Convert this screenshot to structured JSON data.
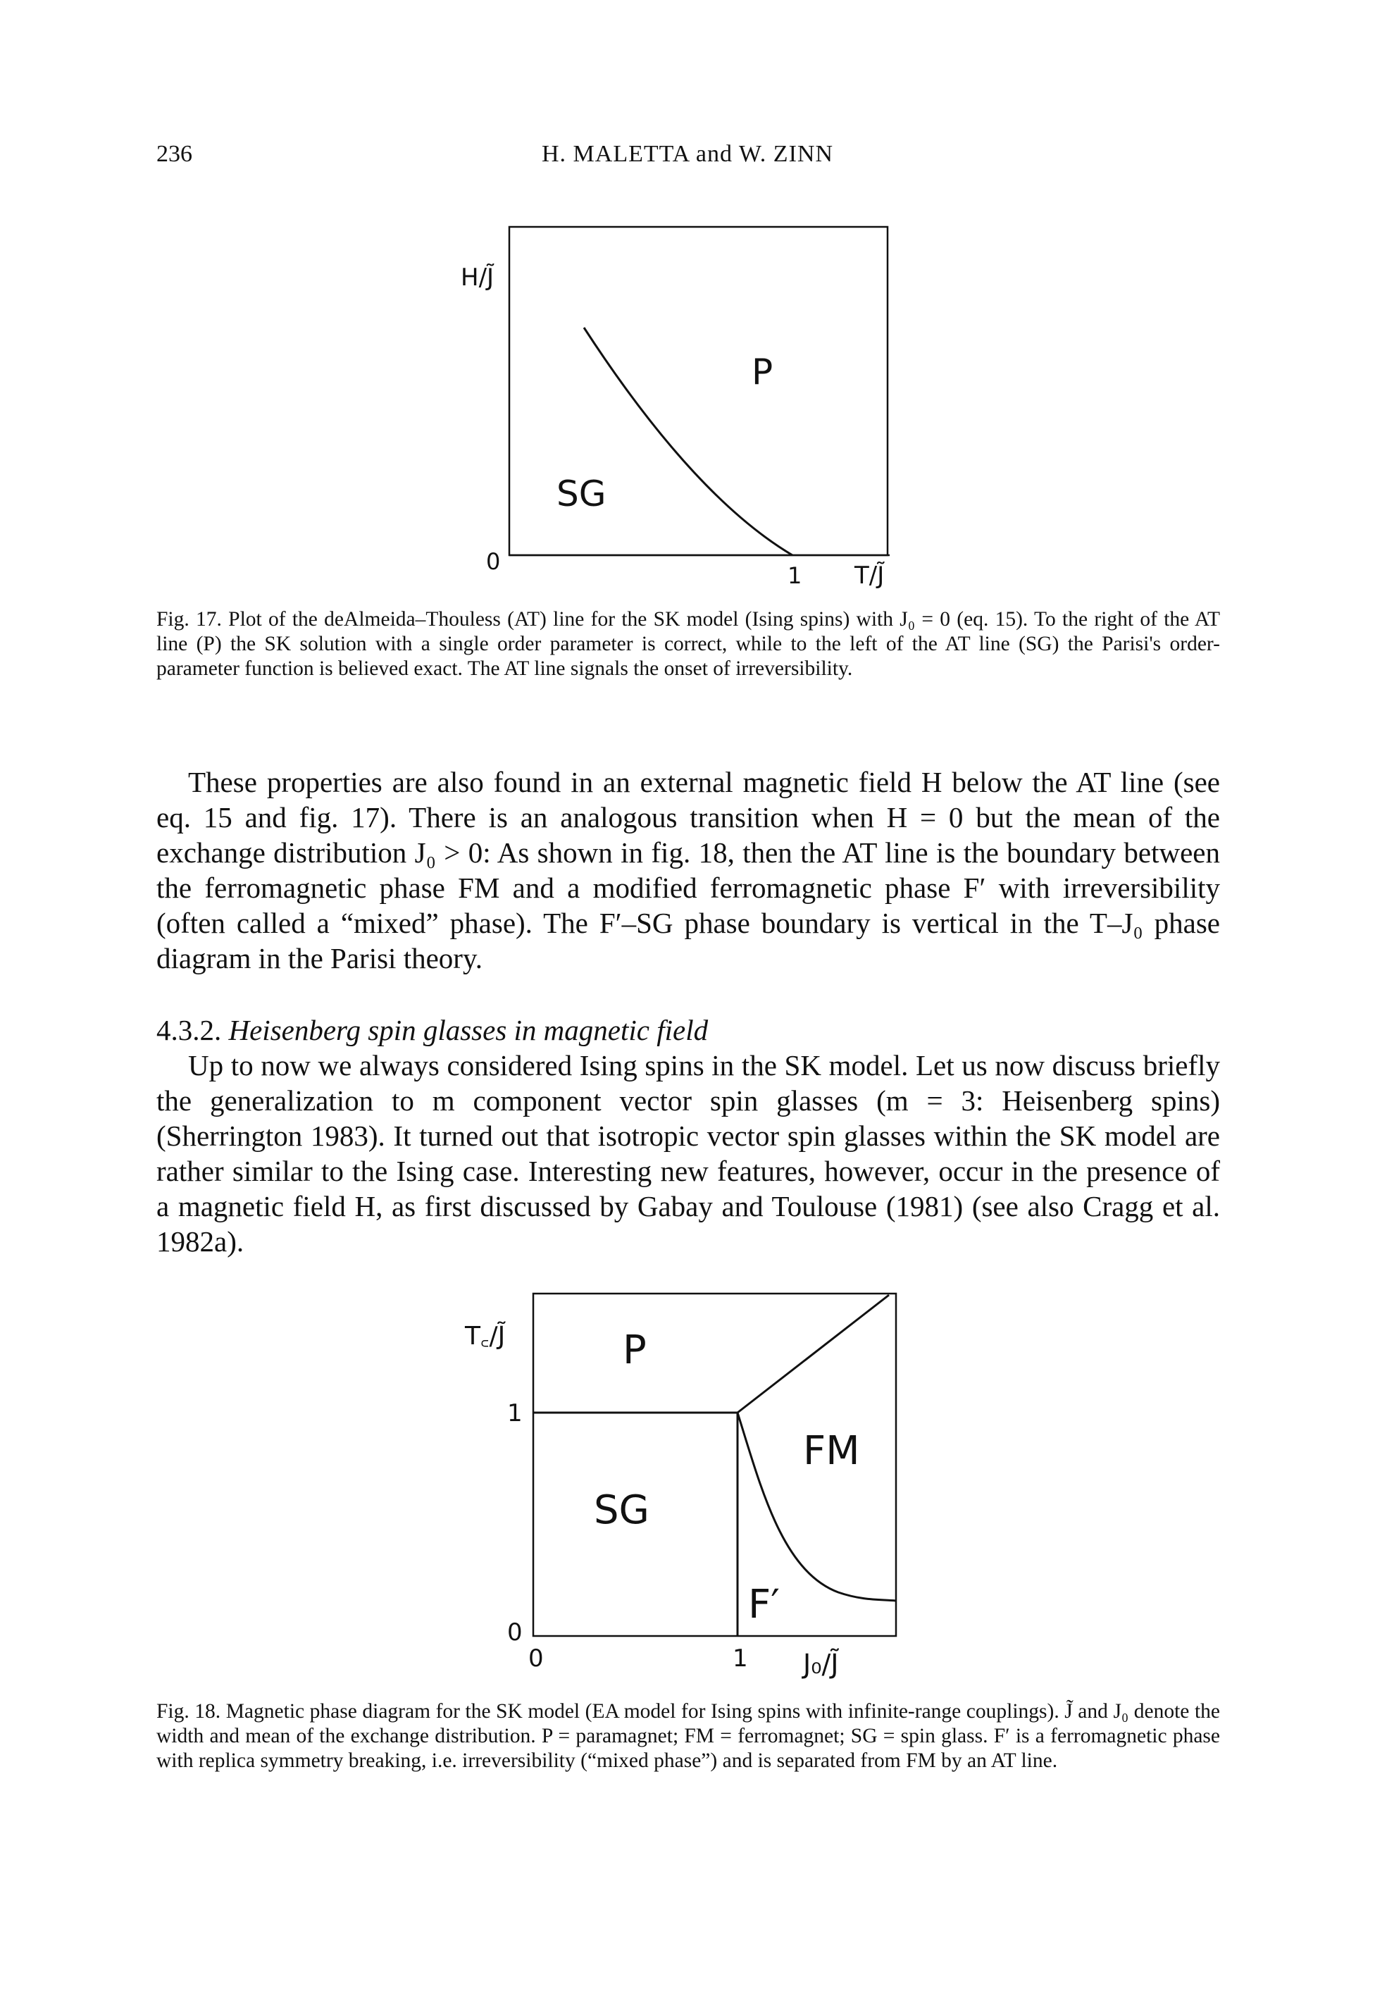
{
  "page": {
    "number": "236",
    "running_header": "H. MALETTA and W. ZINN"
  },
  "fig17": {
    "labels": {
      "y_axis": "H/J̃",
      "x_axis": "T/J̃",
      "origin": "0",
      "x_tick": "1",
      "region_p": "P",
      "region_sg": "SG"
    },
    "caption": "Fig. 17. Plot of the deAlmeida–Thouless (AT) line for the SK model (Ising spins) with J₀ = 0 (eq. 15). To the right of the AT line (P) the SK solution with a single order parameter is correct, while to the left of the AT line (SG) the Parisi's order-parameter function is believed exact. The AT line signals the onset of irreversibility."
  },
  "body": {
    "para1": "These properties are also found in an external magnetic field H below the AT line (see eq. 15 and fig. 17). There is an analogous transition when H = 0 but the mean of the exchange distribution J₀ > 0: As shown in fig. 18, then the AT line is the boundary between the ferromagnetic phase FM and a modified ferromagnetic phase F′ with irreversibility (often called a “mixed” phase). The F′–SG phase boundary is vertical in the T–J₀ phase diagram in the Parisi theory.",
    "section_number": "4.3.2.",
    "section_title": "Heisenberg spin glasses in magnetic field",
    "para2": "Up to now we always considered Ising spins in the SK model. Let us now discuss briefly the generalization to m component vector spin glasses (m = 3: Heisenberg spins) (Sherrington 1983). It turned out that isotropic vector spin glasses within the SK model are rather similar to the Ising case. Interesting new features, however, occur in the presence of a magnetic field H, as first discussed by Gabay and Toulouse (1981) (see also Cragg et al. 1982a)."
  },
  "fig18": {
    "labels": {
      "y_axis": "T꜀/J̃",
      "x_axis": "J₀/J̃",
      "y_origin": "0",
      "x_origin": "0",
      "y_tick": "1",
      "x_tick": "1",
      "region_p": "P",
      "region_sg": "SG",
      "region_fm": "FM",
      "region_fprime": "F′"
    },
    "caption": "Fig. 18. Magnetic phase diagram for the SK model (EA model for Ising spins with infinite-range couplings). J̃ and J₀ denote the width and mean of the exchange distribution. P = paramagnet; FM = ferromagnet; SG = spin glass. F′ is a ferromagnetic phase with replica symmetry breaking, i.e. irreversibility (“mixed phase”) and is separated from FM by an AT line."
  }
}
